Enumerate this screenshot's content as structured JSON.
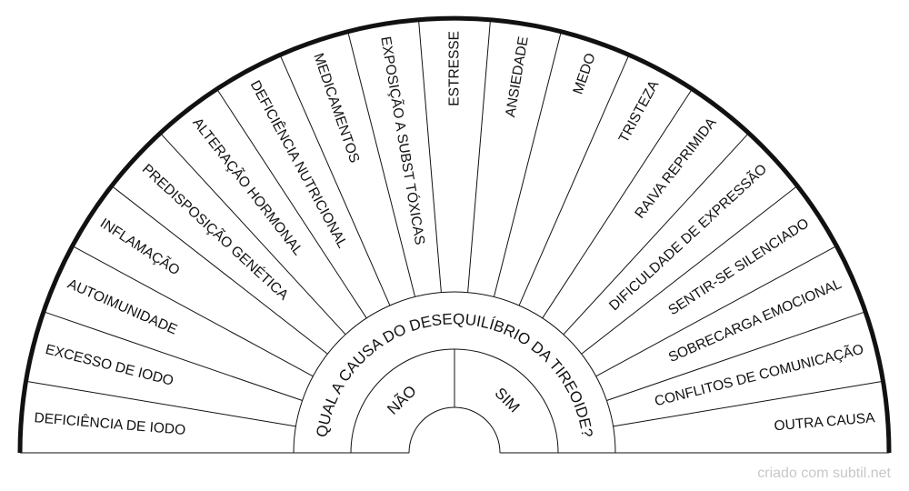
{
  "question": "QUAL A CAUSA DO DESEQUILÍBRIO DA TIREOIDE?",
  "answers": [
    "NÃO",
    "SIM"
  ],
  "segments": [
    "DEFICIÊNCIA DE IODO",
    "EXCESSO DE IODO",
    "AUTOIMUNIDADE",
    "INFLAMAÇÃO",
    "PREDISPOSIÇÃO GENÉTICA",
    "ALTERAÇÃO HORMONAL",
    "DEFICIÊNCIA NUTRICIONAL",
    "MEDICAMENTOS",
    "EXPOSIÇÃO A SUBST TÓXICAS",
    "ESTRESSE",
    "ANSIEDADE",
    "MEDO",
    "TRISTEZA",
    "RAIVA REPRIMIDA",
    "DIFICULDADE DE EXPRESSÃO",
    "SENTIR-SE SILENCIADO",
    "SOBRECARGA EMOCIONAL",
    "CONFLITOS DE COMUNICAÇÃO",
    "OUTRA CAUSA"
  ],
  "credit": "criado com subtil.net",
  "colors": {
    "line": "#111111",
    "background": "#ffffff",
    "credit": "#c8c8c8"
  }
}
